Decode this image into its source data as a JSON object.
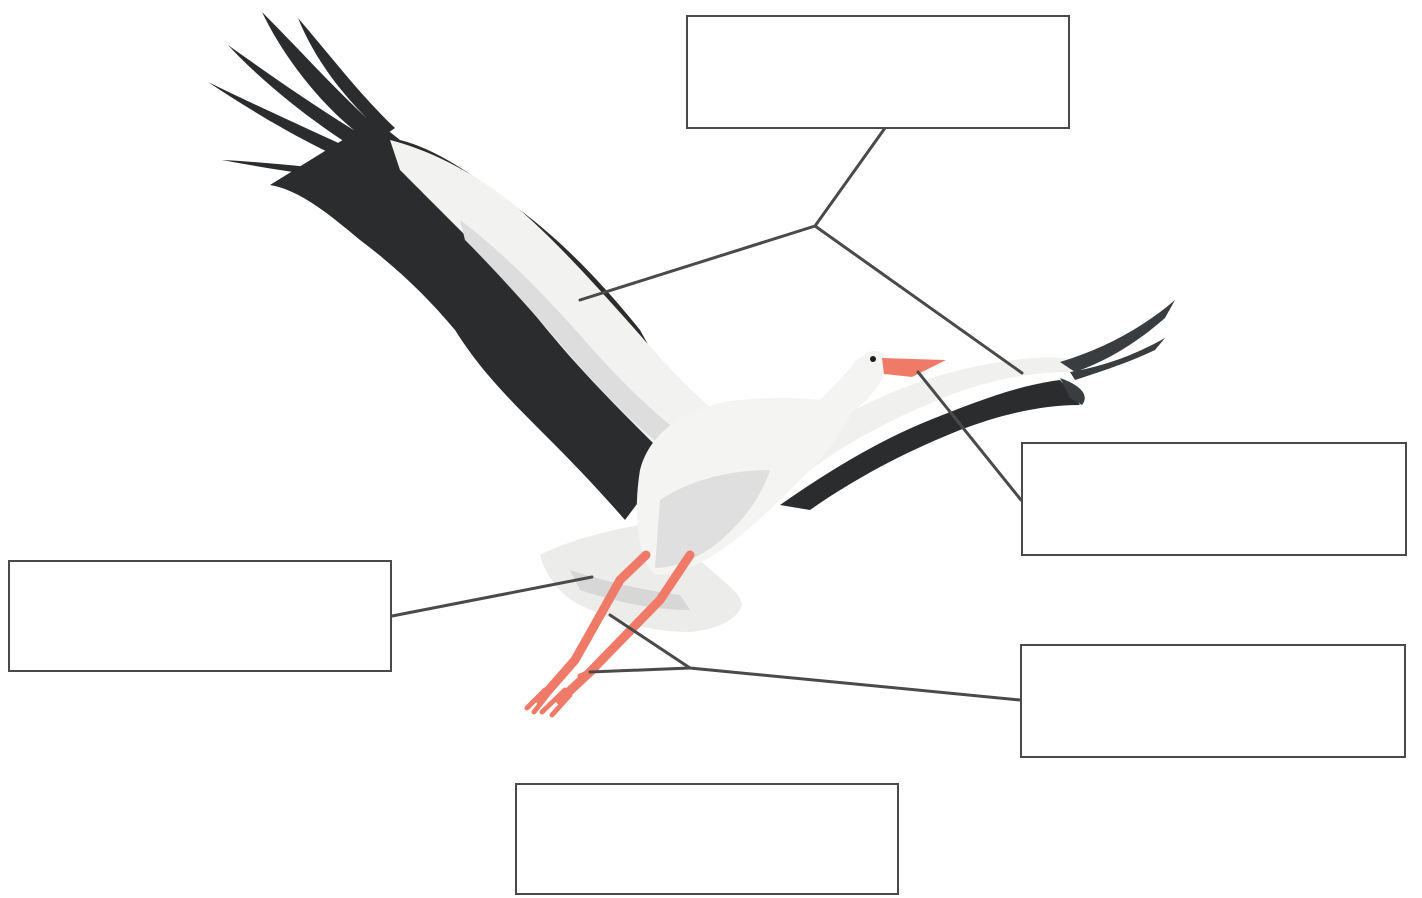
{
  "worksheet": {
    "subject_image": "white-stork-in-flight",
    "label_boxes": [
      {
        "id": "box-top",
        "part": "wing",
        "answer": ""
      },
      {
        "id": "box-right-upper",
        "part": "beak",
        "answer": ""
      },
      {
        "id": "box-left",
        "part": "tail",
        "answer": ""
      },
      {
        "id": "box-right-lower",
        "part": "legs-and-feet",
        "answer": ""
      },
      {
        "id": "box-bottom",
        "part": "unconnected",
        "answer": ""
      }
    ]
  },
  "colors": {
    "leader_line": "#4a4a4a",
    "box_border": "#4a4a4a",
    "feather_white": "#f4f4f2",
    "feather_shade": "#d6d7d6",
    "flight_feather_black": "#2a2c2e",
    "beak_leg": "#f07a68"
  }
}
